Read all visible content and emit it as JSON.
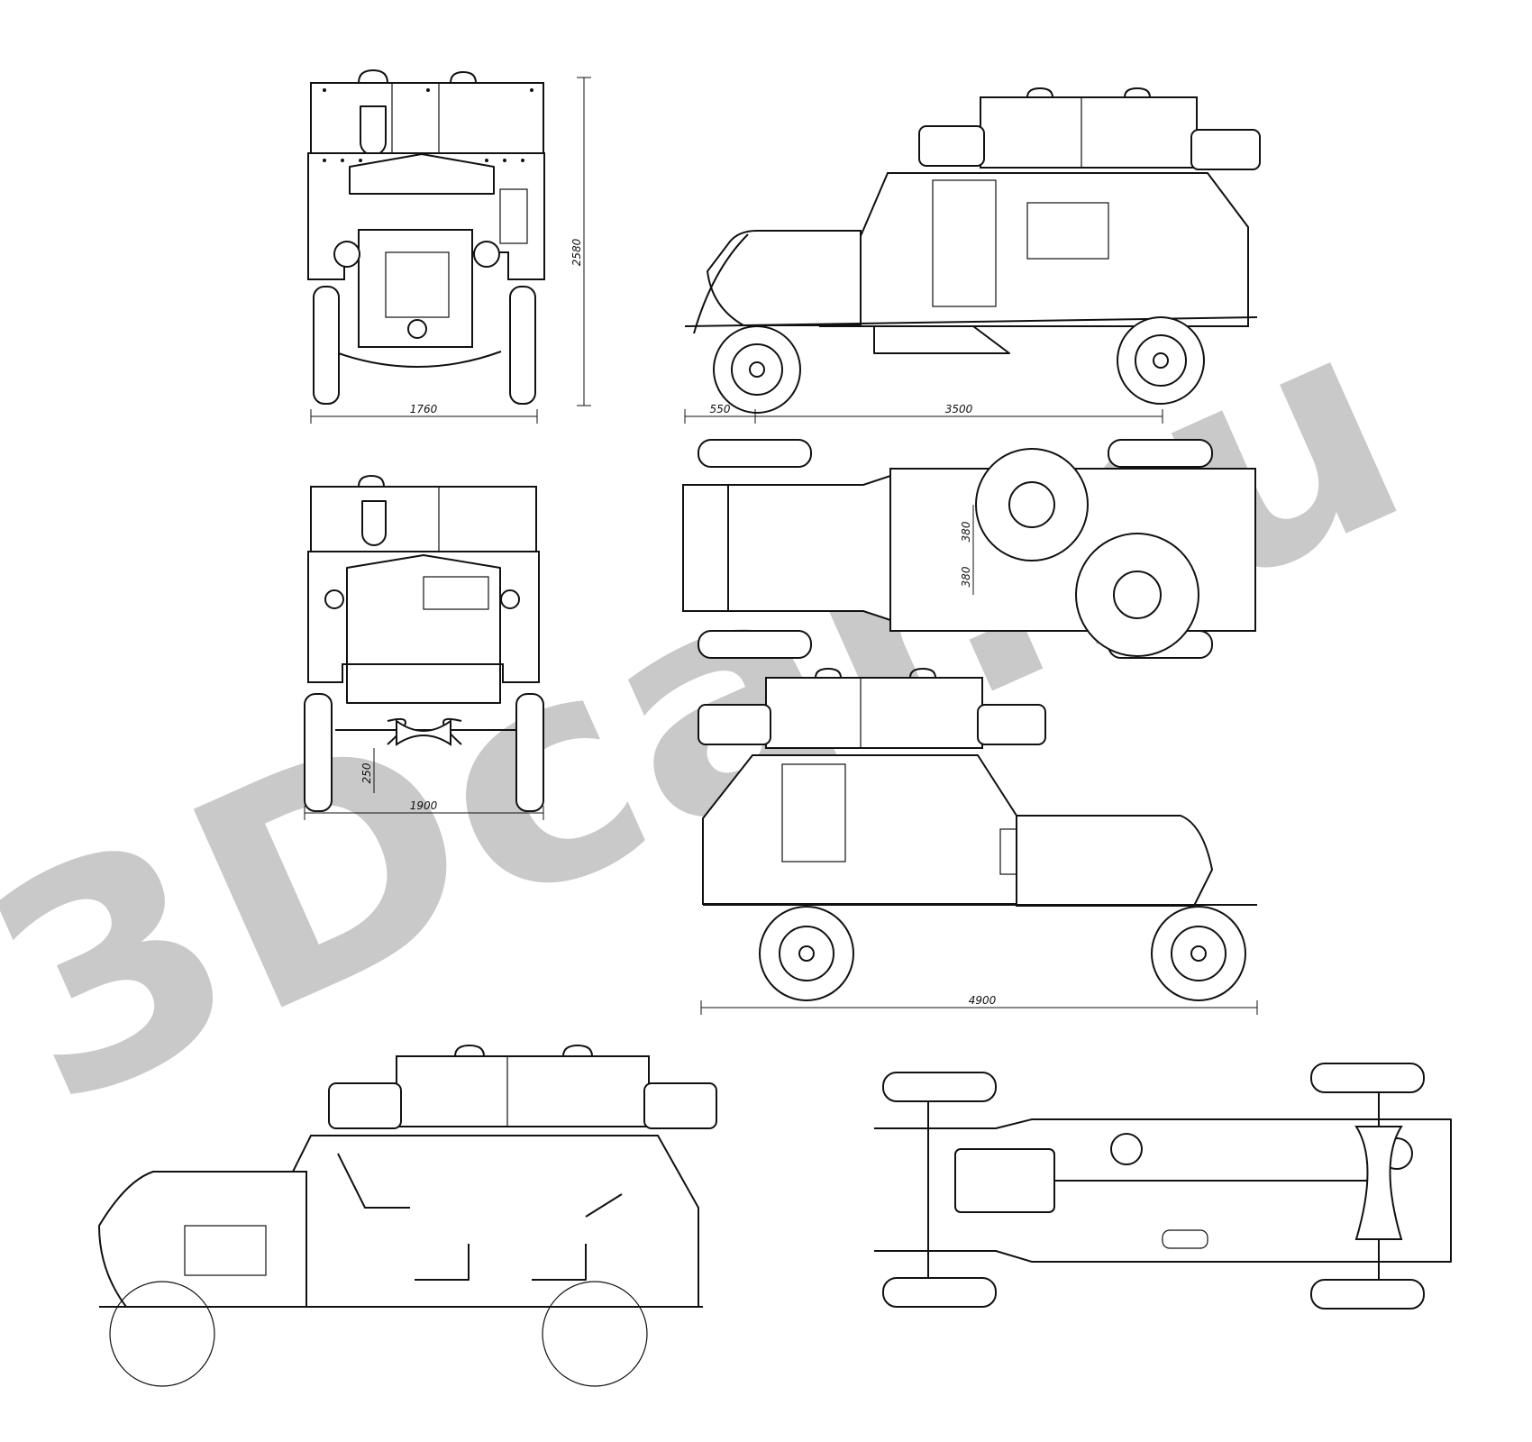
{
  "watermark": {
    "text": "3Dcar.ru",
    "color": "#c9c9c9"
  },
  "dimensions": {
    "front_height": "2580",
    "front_track": "1760",
    "rear_track": "1900",
    "rear_clearance": "250",
    "side_overhang": "550",
    "wheelbase": "3500",
    "turret_offset_a": "380",
    "turret_offset_b": "380",
    "overall_length": "4900"
  }
}
